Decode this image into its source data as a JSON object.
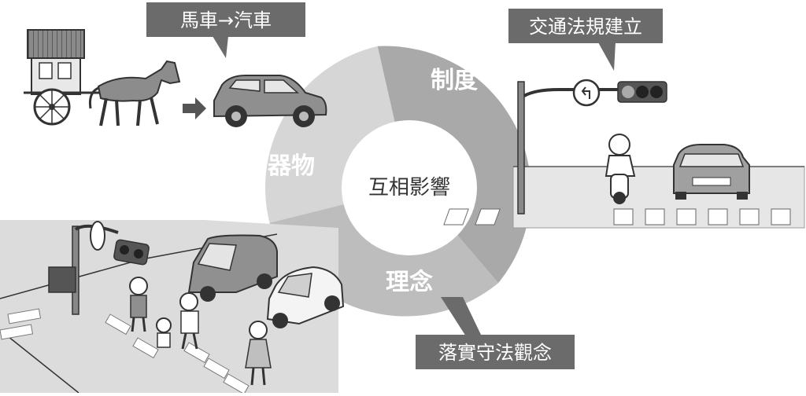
{
  "center_label": "互相影響",
  "segments": {
    "wuqi": "器物",
    "zhidu": "制度",
    "linian": "理念"
  },
  "callouts": {
    "carriage_to_car": "馬車→汽車",
    "traffic_law": "交通法規建立",
    "observe_law": "落實守法觀念"
  },
  "colors": {
    "segment_wuqi": "#d6d6d6",
    "segment_zhidu": "#a9a9a9",
    "segment_linian": "#bdbdbd",
    "callout_bg": "#6b6b6b",
    "callout_text": "#ffffff",
    "segment_text": "#ffffff",
    "center_text": "#333333"
  }
}
